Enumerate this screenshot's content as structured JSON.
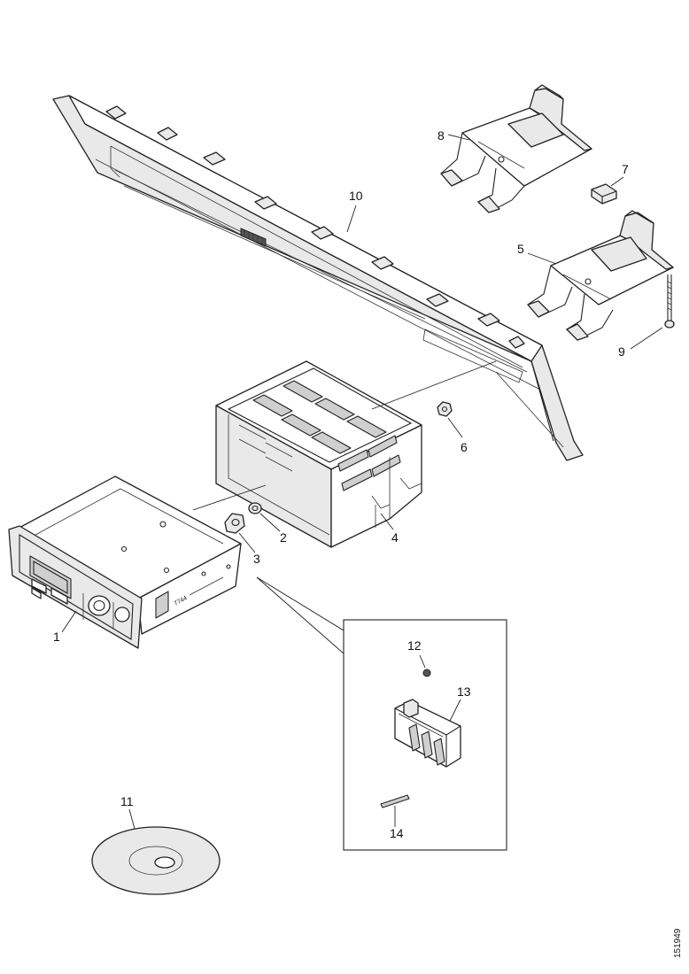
{
  "callouts": {
    "c1": "1",
    "c2": "2",
    "c3": "3",
    "c4": "4",
    "c5": "5",
    "c6": "6",
    "c7": "7",
    "c8": "8",
    "c9": "9",
    "c10": "10",
    "c11": "11",
    "c12": "12",
    "c13": "13",
    "c14": "14"
  },
  "panel_label": "7744",
  "figure_id": "151949"
}
